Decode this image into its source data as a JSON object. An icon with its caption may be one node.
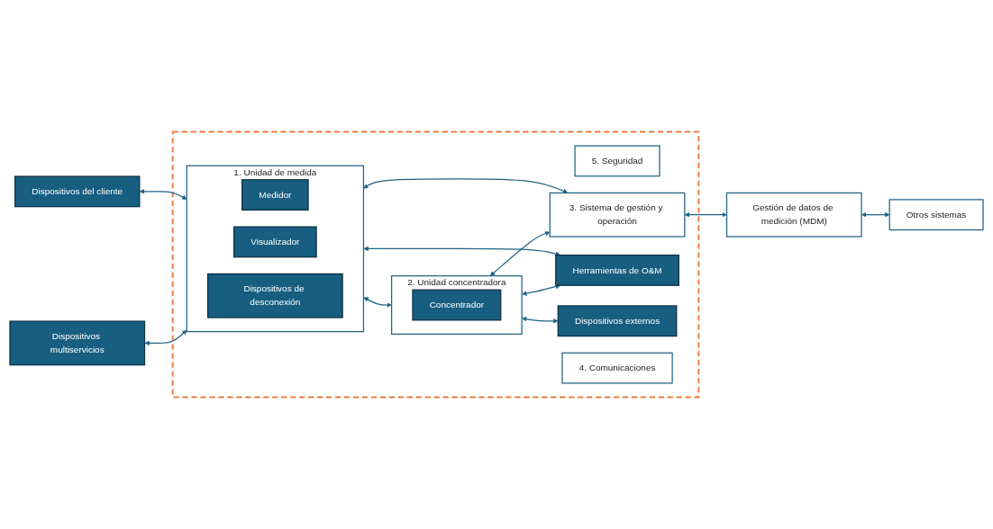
{
  "diagram": {
    "nodes": [
      {
        "text": [],
        "shape": "box"
      },
      {
        "text": [
          "5. Seguridad"
        ],
        "in": 0
      },
      {
        "text": [
          "1. Unidad de medida"
        ],
        "in": 0
      },
      {
        "text": [
          "Medidor"
        ],
        "in": 2
      },
      {
        "text": [
          "Visualizador"
        ],
        "in": 2
      },
      {
        "text": [
          "Dispositivos de desconexión"
        ],
        "in": 2
      },
      {
        "text": [
          "2. Unidad concentradora"
        ],
        "in": 0
      },
      {
        "text": [
          "Concentrador"
        ],
        "in": 6
      },
      {
        "text": [
          "3. Sistema de gestión y operación"
        ],
        "in": 0
      },
      {
        "text": [
          "Herramientas de O&M"
        ],
        "in": 0
      },
      {
        "text": [
          "Dispositivos externos"
        ],
        "in": 0
      },
      {
        "text": [
          "4. Comunicaciones"
        ],
        "in": 0
      },
      {
        "text": [
          "Dispositivos del cliente"
        ]
      },
      {
        "text": [
          "Dispositivos multiservicios"
        ]
      },
      {
        "text": [
          "Gestión de datos de medición (MDM)"
        ]
      },
      {
        "text": [
          "Otros sistemas"
        ]
      }
    ],
    "edges": [
      {
        "from": 12,
        "to": 2,
        "arrow": "both"
      },
      {
        "from": 13,
        "to": 2,
        "arrow": "both"
      },
      {
        "from": 2,
        "to": 8,
        "arrow": "both"
      },
      {
        "from": 2,
        "to": 6,
        "arrow": "both"
      },
      {
        "from": 6,
        "to": 8,
        "arrow": "both"
      },
      {
        "from": 8,
        "to": 14,
        "arrow": "both"
      },
      {
        "from": 14,
        "to": 15,
        "arrow": "both"
      },
      {
        "from": 2,
        "to": 9,
        "arrow": "both"
      },
      {
        "from": 6,
        "to": 9,
        "arrow": "both"
      },
      {
        "from": 6,
        "to": 10,
        "arrow": "both"
      }
    ]
  }
}
